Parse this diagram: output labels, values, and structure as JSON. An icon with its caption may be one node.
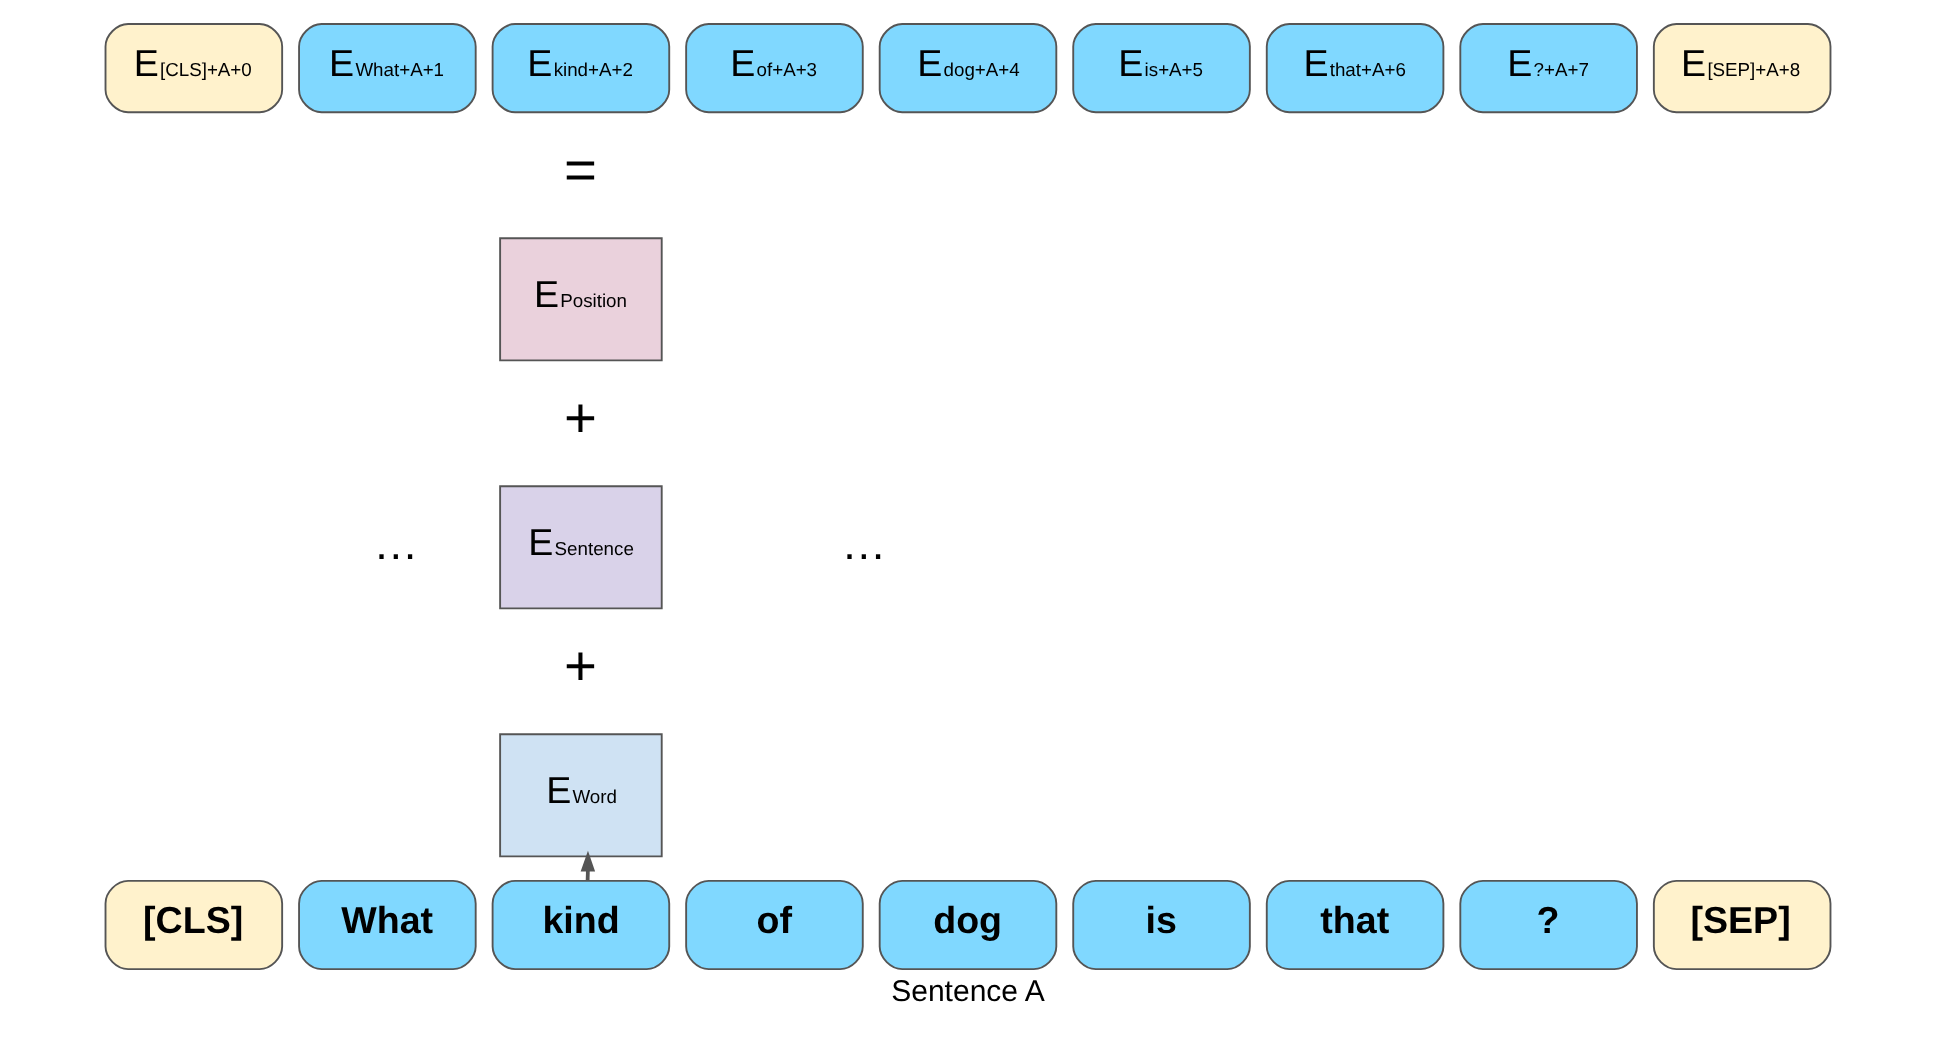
{
  "diagram": {
    "caption": "Sentence A",
    "nodes": [
      {
        "text": [
          "E$_{[CLS]+A+0}$"
        ]
      },
      {
        "text": [
          "E$_{What+A+1}$"
        ]
      },
      {
        "text": [
          "E$_{kind+A+2}$"
        ]
      },
      {
        "text": [
          "E$_{of+A+3}$"
        ]
      },
      {
        "text": [
          "E$_{dog+A+4}$"
        ]
      },
      {
        "text": [
          "E$_{is+A+5}$"
        ]
      },
      {
        "text": [
          "E$_{that+A+6}$"
        ]
      },
      {
        "text": [
          "E$_{?+A+7}$"
        ]
      },
      {
        "text": [
          "E$_{[SEP]+A+8}$"
        ]
      },
      {
        "text": [
          "E$_{Position}$"
        ]
      },
      {
        "text": [
          "E$_{Sentence}$"
        ]
      },
      {
        "text": [
          "E$_{Word}$"
        ]
      },
      {
        "text": [
          "[CLS]"
        ]
      },
      {
        "text": [
          "What"
        ]
      },
      {
        "text": [
          "kind"
        ]
      },
      {
        "text": [
          "of"
        ]
      },
      {
        "text": [
          "dog"
        ]
      },
      {
        "text": [
          "is"
        ]
      },
      {
        "text": [
          "that"
        ]
      },
      {
        "text": [
          "?"
        ]
      },
      {
        "text": [
          "[SEP]"
        ]
      }
    ],
    "edges": [
      {
        "from": 14,
        "to": 11,
        "arrow": "to"
      }
    ],
    "labels": [
      "=",
      "+",
      "…",
      "…",
      "+"
    ]
  }
}
